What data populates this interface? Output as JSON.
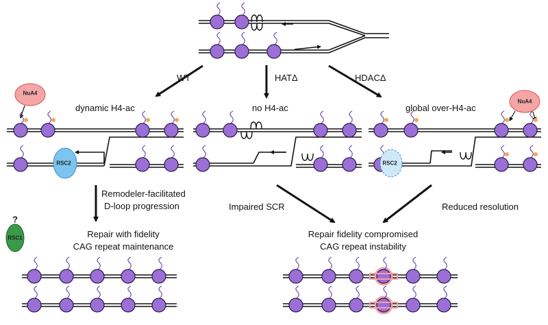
{
  "colors": {
    "nucleosome": "#9b6fd6",
    "nucleosome_stroke": "#2a1a4a",
    "acetyl_dot": "#f0a85a",
    "histone_tail": "#6a4bb0",
    "nua4_fill": "#f4a6a6",
    "nua4_stroke": "#d9534f",
    "rsc2_fill": "#7cc4ee",
    "rsc1_fill": "#3b9a4a",
    "repeat_highlight": "#f2a0a8"
  },
  "arrows": {
    "wt": "WT",
    "hat": "HATΔ",
    "hdac": "HDACΔ"
  },
  "states": {
    "dynamic": "dynamic H4-ac",
    "none": "no H4-ac",
    "global": "global over-H4-ac"
  },
  "proteins": {
    "nua4": "NuA4",
    "rsc2": "RSC2",
    "rsc1": "RSC1",
    "unknown_mark": "?"
  },
  "outcomes": {
    "remodeler_line1": "Remodeler-facilitated",
    "remodeler_line2": "D-loop progression",
    "impaired": "Impaired SCR",
    "reduced": "Reduced resolution",
    "good_line1": "Repair with fidelity",
    "good_line2": "CAG repeat maintenance",
    "bad_line1": "Repair fidelity compromised",
    "bad_line2": "CAG repeat instability"
  }
}
